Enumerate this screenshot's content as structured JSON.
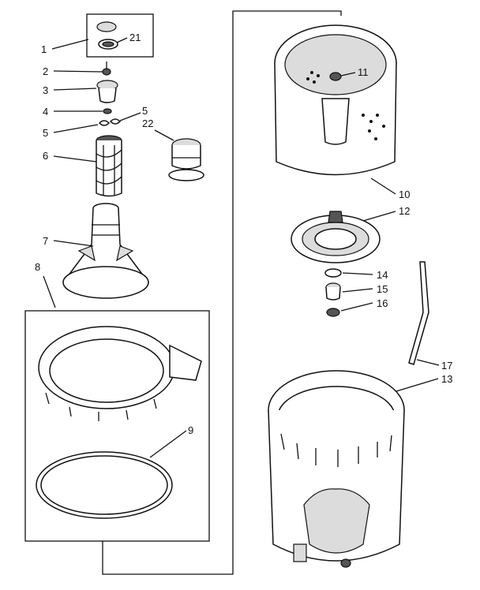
{
  "callouts": {
    "c1": "1",
    "c2": "2",
    "c3": "3",
    "c4": "4",
    "c5a": "5",
    "c5b": "5",
    "c6": "6",
    "c7": "7",
    "c8": "8",
    "c9": "9",
    "c10": "10",
    "c11": "11",
    "c12": "12",
    "c13": "13",
    "c14": "14",
    "c15": "15",
    "c16": "16",
    "c17": "17",
    "c21": "21",
    "c22": "22"
  }
}
